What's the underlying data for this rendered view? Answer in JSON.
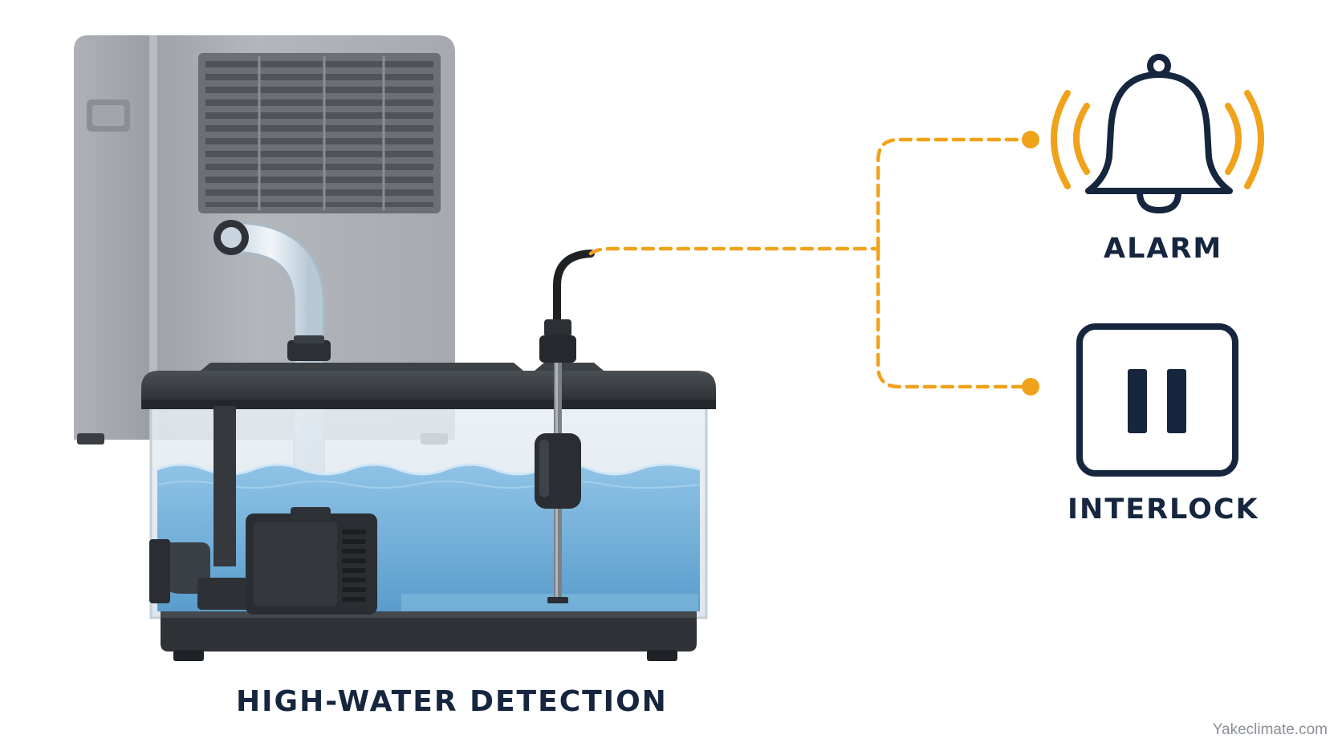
{
  "labels": {
    "detection": "HIGH-WATER DETECTION",
    "alarm": "ALARM",
    "interlock": "INTERLOCK"
  },
  "watermark": "Yakeclimate.com",
  "icons": {
    "device": "dehumidifier-icon",
    "reservoir": "condensate-reservoir-icon",
    "pump": "condensate-pump-icon",
    "sensor": "float-switch-icon",
    "alarm": "bell-icon",
    "interlock": "pause-icon"
  },
  "colors": {
    "accent": "#f0a21a",
    "text": "#16263f",
    "water": "#6fb0da",
    "casing": "#a9adb2",
    "plastic": "#2e3236"
  }
}
